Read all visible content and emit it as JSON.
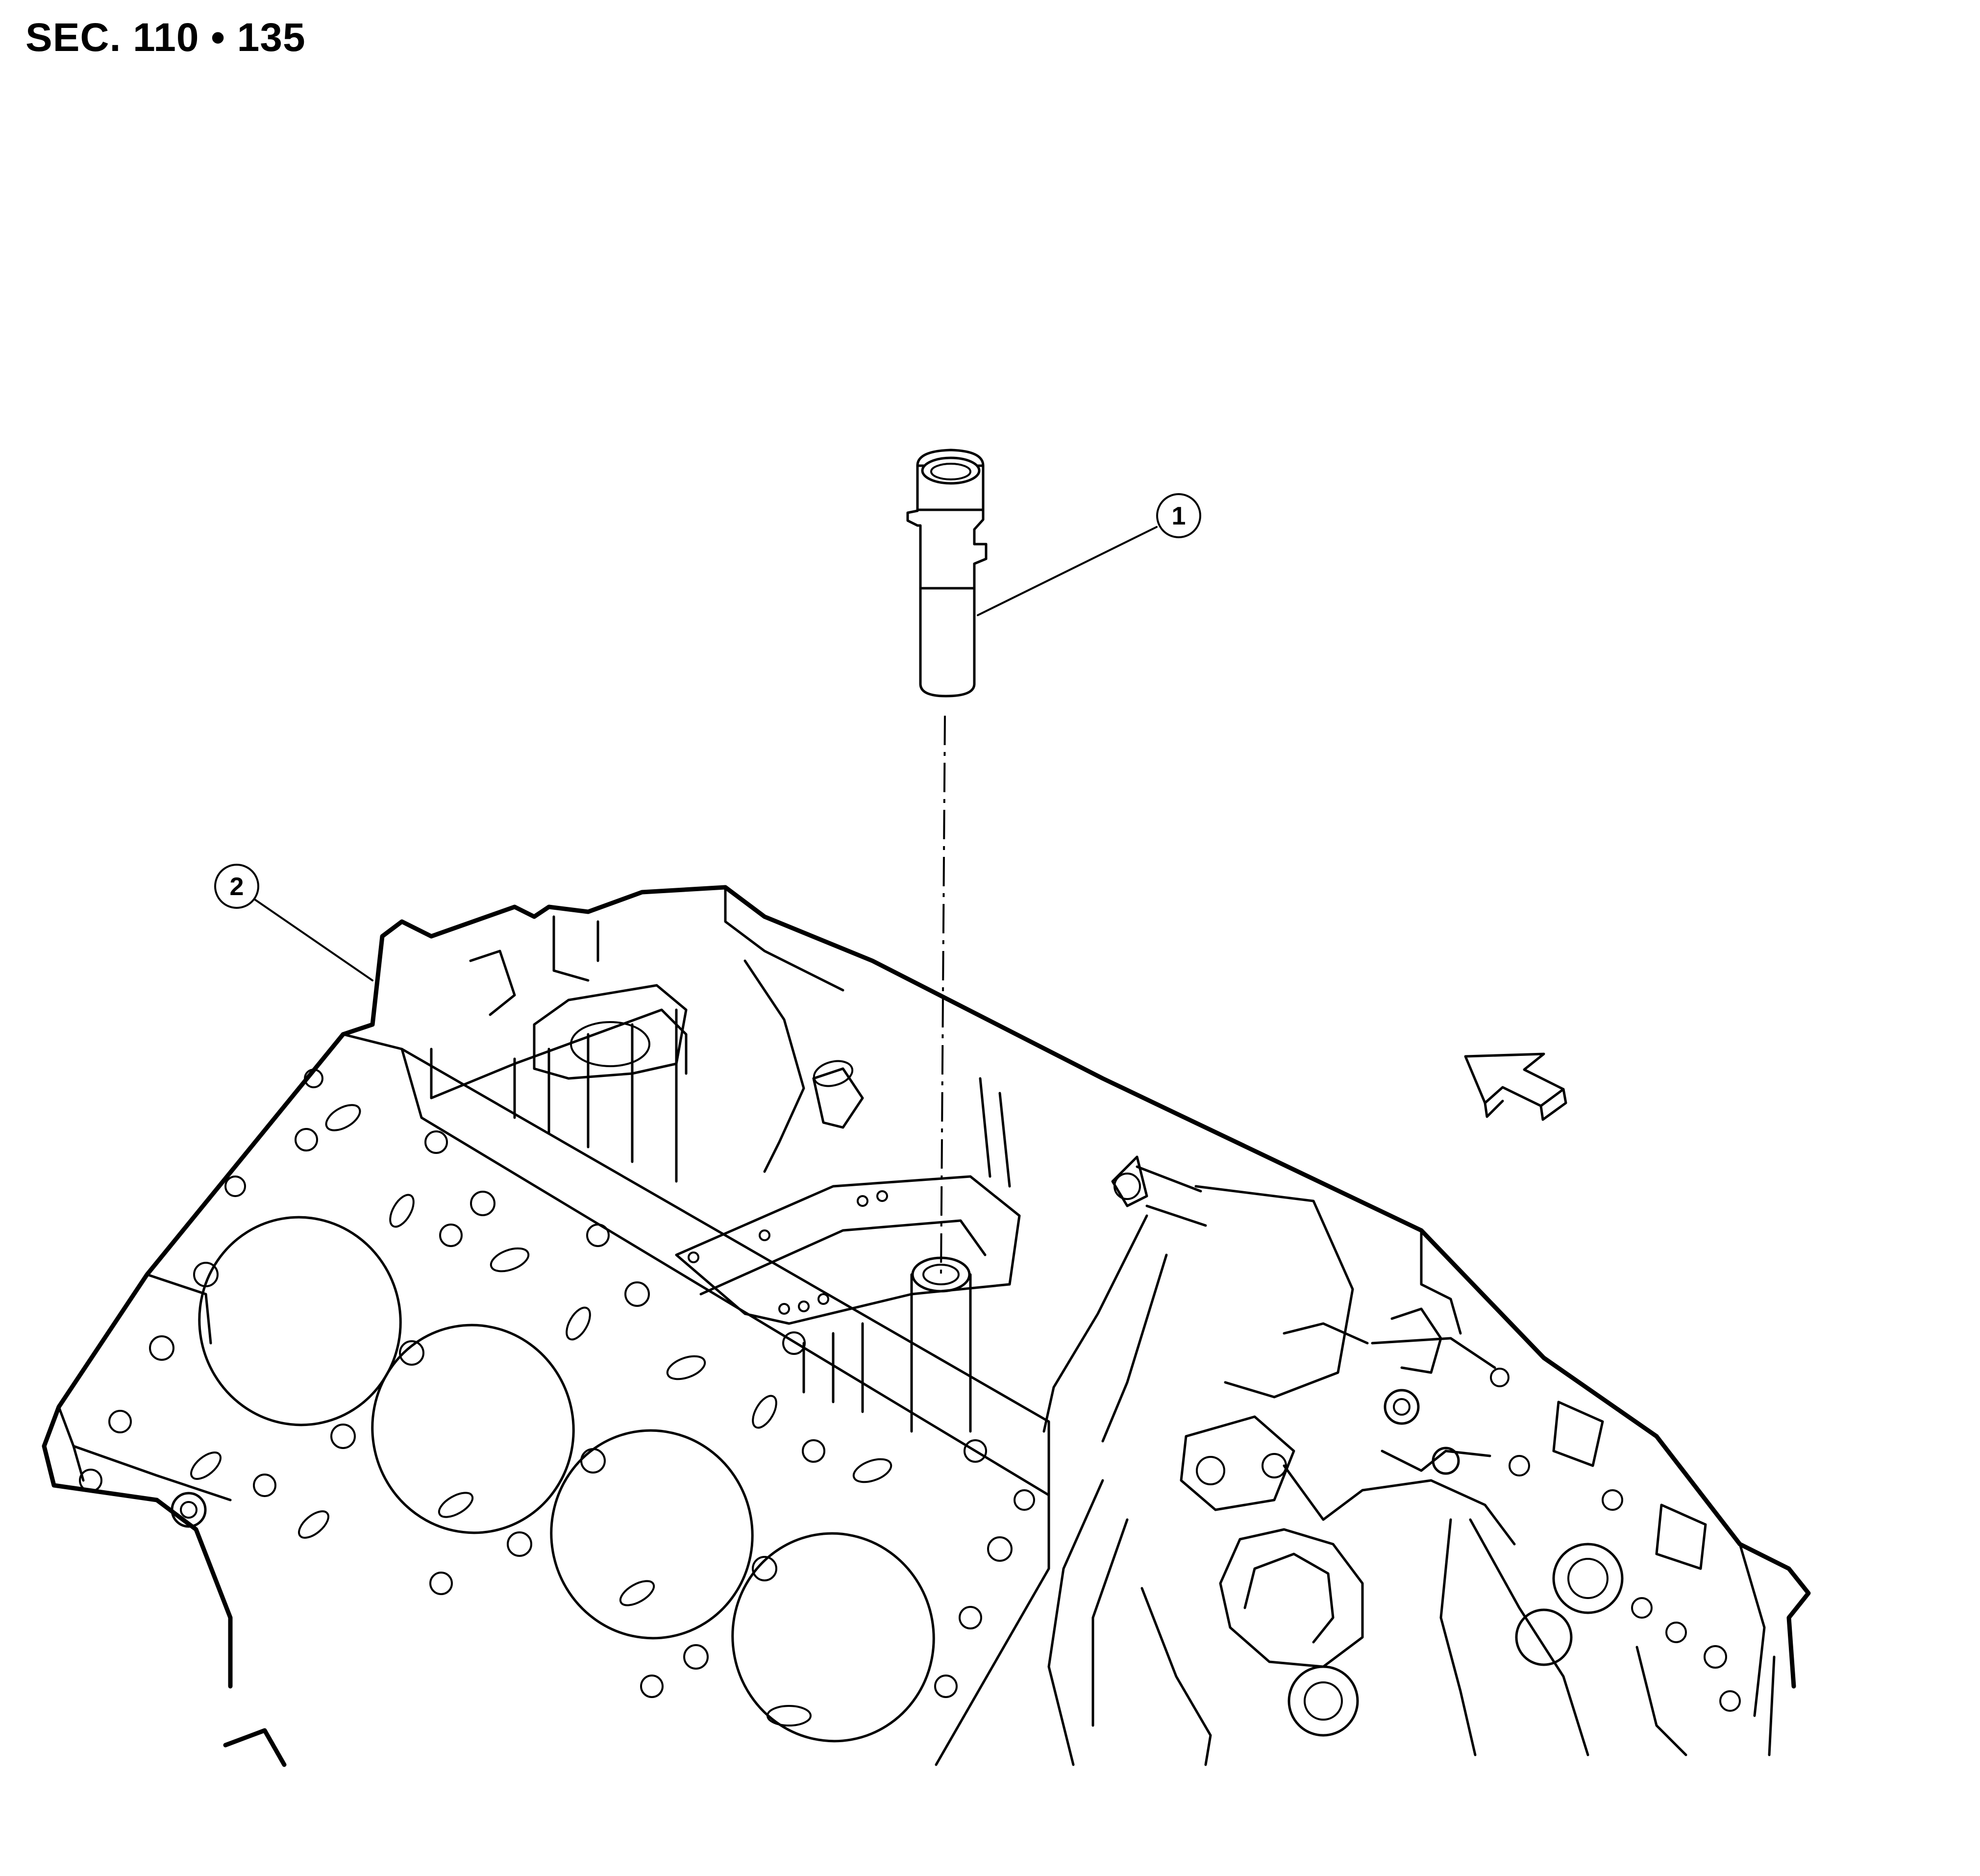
{
  "section_label": "SEC. 110 • 135",
  "callouts": [
    {
      "number": "1"
    },
    {
      "number": "2"
    }
  ]
}
